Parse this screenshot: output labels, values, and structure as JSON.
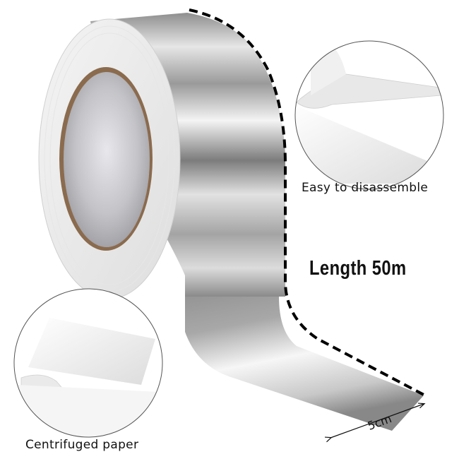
{
  "product": {
    "name": "Aluminum foil tape roll",
    "colors": {
      "foil_light": "#f2f2f2",
      "foil_mid": "#b9b9b9",
      "foil_dark": "#7a7a7a",
      "core_ring": "#8b6b4e",
      "roll_side": "#eeeeee",
      "dash_line": "#000000",
      "text": "#111111"
    }
  },
  "labels": {
    "easy_to_disassemble": "Easy to disassemble",
    "centrifuged_paper": "Centrifuged paper",
    "length": "Length 50m",
    "width": "5cm"
  },
  "callouts": [
    {
      "id": "top-right",
      "caption": "Easy to disassemble"
    },
    {
      "id": "bottom-left",
      "caption": "Centrifuged paper"
    }
  ]
}
